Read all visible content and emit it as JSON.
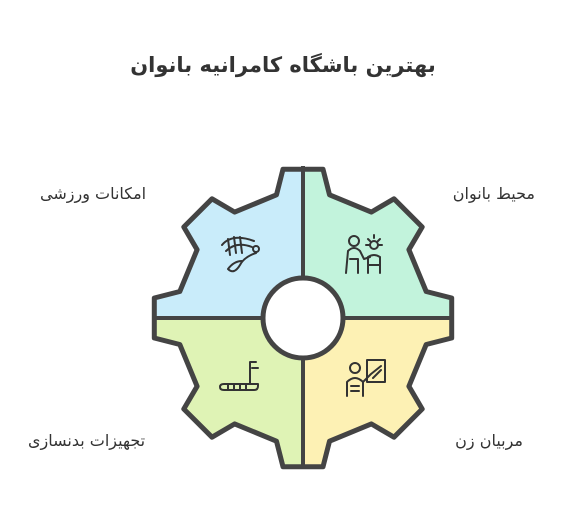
{
  "title": "بهترین باشگاه کامرانیه بانوان",
  "segments": [
    {
      "label": "امکانات ورزشی",
      "icon": "gymnastics-icon",
      "color": "#c9ecfa"
    },
    {
      "label": "محیط بانوان",
      "icon": "women-group-icon",
      "color": "#c2f3dc"
    },
    {
      "label": "تجهیزات بدنسازی",
      "icon": "treadmill-icon",
      "color": "#dff3b5"
    },
    {
      "label": "مربیان زن",
      "icon": "female-trainer-icon",
      "color": "#fdf1b4"
    }
  ]
}
